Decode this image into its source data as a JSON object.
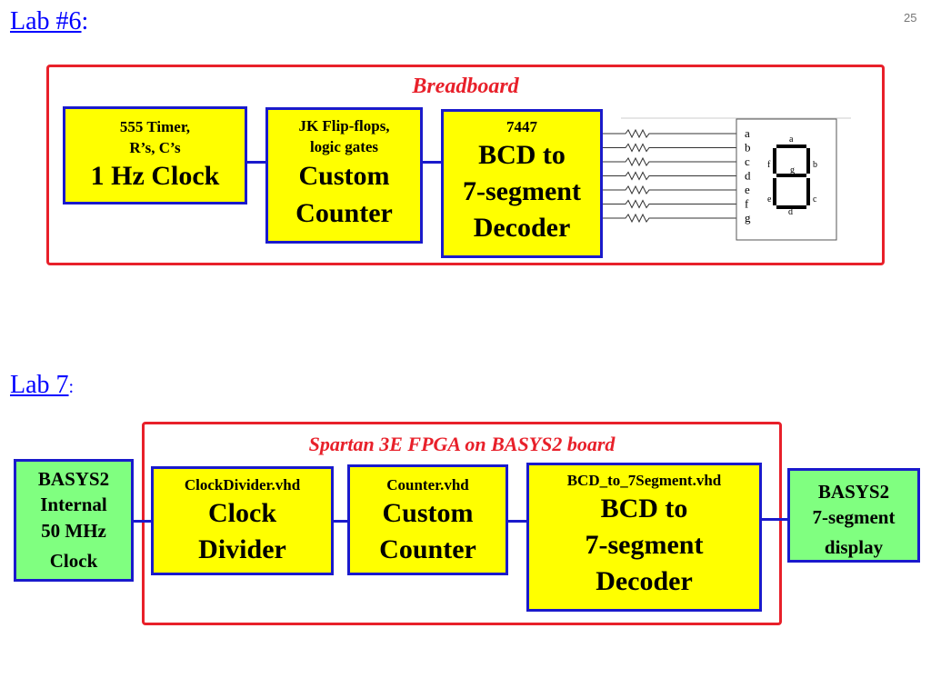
{
  "slide_number": "25",
  "lab6": {
    "heading": "Lab #6",
    "heading_suffix": ":",
    "region_label": "Breadboard",
    "blocks": [
      {
        "small": [
          "555 Timer,",
          "R’s, C’s"
        ],
        "large": [
          "1 Hz Clock"
        ]
      },
      {
        "small": [
          "JK Flip-flops,",
          "logic gates"
        ],
        "large": [
          "Custom",
          "Counter"
        ]
      },
      {
        "small": [
          "7447"
        ],
        "large": [
          "BCD to",
          "7-segment",
          "Decoder"
        ]
      }
    ],
    "segment_pins": [
      "a",
      "b",
      "c",
      "d",
      "e",
      "f",
      "g"
    ],
    "display_segments": [
      "a",
      "b",
      "c",
      "d",
      "e",
      "f",
      "g"
    ]
  },
  "lab7": {
    "heading": "Lab 7",
    "heading_suffix": ":",
    "region_label": "Spartan 3E FPGA on BASYS2 board",
    "external_input": [
      "BASYS2",
      "Internal",
      "50 MHz",
      "Clock"
    ],
    "blocks": [
      {
        "small": [
          "ClockDivider.vhd"
        ],
        "large": [
          "Clock",
          "Divider"
        ]
      },
      {
        "small": [
          "Counter.vhd"
        ],
        "large": [
          "Custom",
          "Counter"
        ]
      },
      {
        "small": [
          "BCD_to_7Segment.vhd"
        ],
        "large": [
          "BCD to",
          "7-segment",
          "Decoder"
        ]
      }
    ],
    "external_output": [
      "BASYS2",
      "7-segment",
      "display"
    ]
  },
  "colors": {
    "block_border": "#1a1acc",
    "block_fill": "#ffff00",
    "external_fill": "#80ff80",
    "region_border": "#e8202a",
    "heading": "#0000ff"
  }
}
